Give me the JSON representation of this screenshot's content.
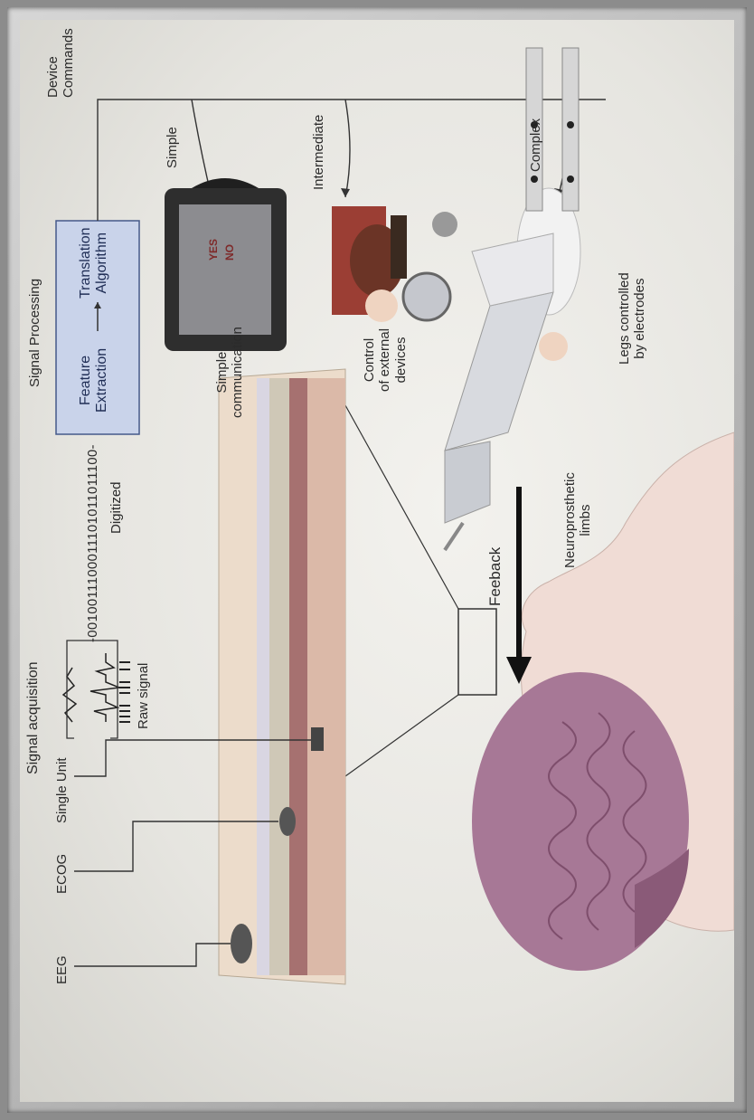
{
  "diagram": {
    "headers": {
      "signal_acquisition": "Signal acquisition",
      "signal_processing": "Signal Processing",
      "device_commands": [
        "Device",
        "Commands"
      ]
    },
    "acquisition": {
      "eeg": "EEG",
      "ecog": "ECOG",
      "single_unit": "Single Unit",
      "raw_signal": "Raw signal"
    },
    "digitized": {
      "bits": "-0010011100011101011011100-",
      "label": "Digitized"
    },
    "processing": {
      "feature": [
        "Feature",
        "Extraction"
      ],
      "translation": [
        "Translation",
        "Algorithm"
      ]
    },
    "commands": {
      "simple": "Simple",
      "intermediate": "Intermediate",
      "complex": "Complex"
    },
    "outputs": {
      "simple_comm": [
        "Simple",
        "communication"
      ],
      "control": [
        "Control",
        "of external",
        "devices"
      ],
      "legs": [
        "Legs controlled",
        "by electrodes"
      ],
      "limbs": [
        "Neuroprosthetic",
        "limbs"
      ]
    },
    "screen": {
      "yes": "YES",
      "no": "NO"
    },
    "feedback": "Feeback",
    "colors": {
      "box_fill": "#c9d3ea",
      "box_stroke": "#45598a",
      "brain": "#a06f8e",
      "skin": "#f1ddd6"
    }
  }
}
